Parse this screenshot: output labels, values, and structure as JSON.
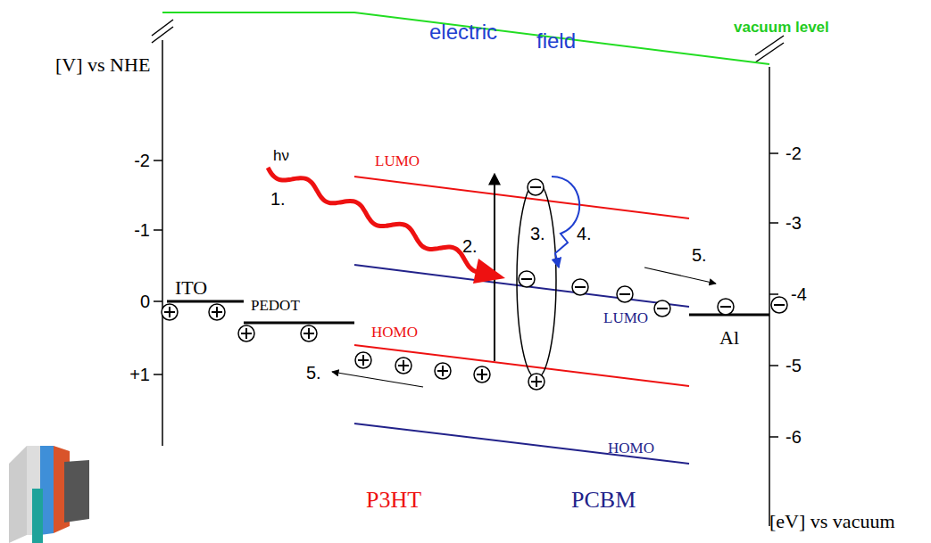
{
  "diagram": {
    "labels": [
      "vacuum level",
      "electric",
      "field",
      "[V] vs NHE",
      "-2",
      "-1",
      "0",
      "+1",
      "hν",
      "1.",
      "LUMO",
      "2.",
      "3.",
      "4.",
      "5.",
      "-2",
      "-3",
      "-4",
      "-5",
      "-6",
      "ITO",
      "PEDOT",
      "LUMO",
      "HOMO",
      "Al",
      "5.",
      "HOMO",
      "P3HT",
      "PCBM",
      "[eV] vs vacuum"
    ]
  }
}
